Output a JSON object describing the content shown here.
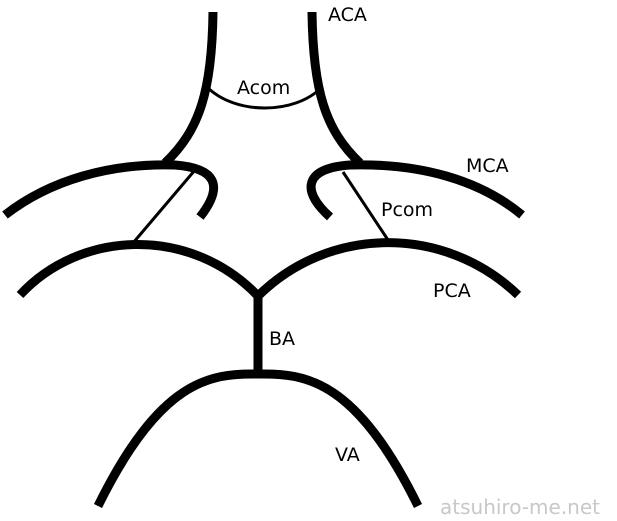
{
  "labels": {
    "aca": "ACA",
    "acom": "Acom",
    "mca": "MCA",
    "pcom": "Pcom",
    "pca": "PCA",
    "ba": "BA",
    "va": "VA"
  },
  "watermark": "atsuhiro-me.net",
  "colors": {
    "vessel": "#000000",
    "watermark": "#c8c8c8"
  }
}
